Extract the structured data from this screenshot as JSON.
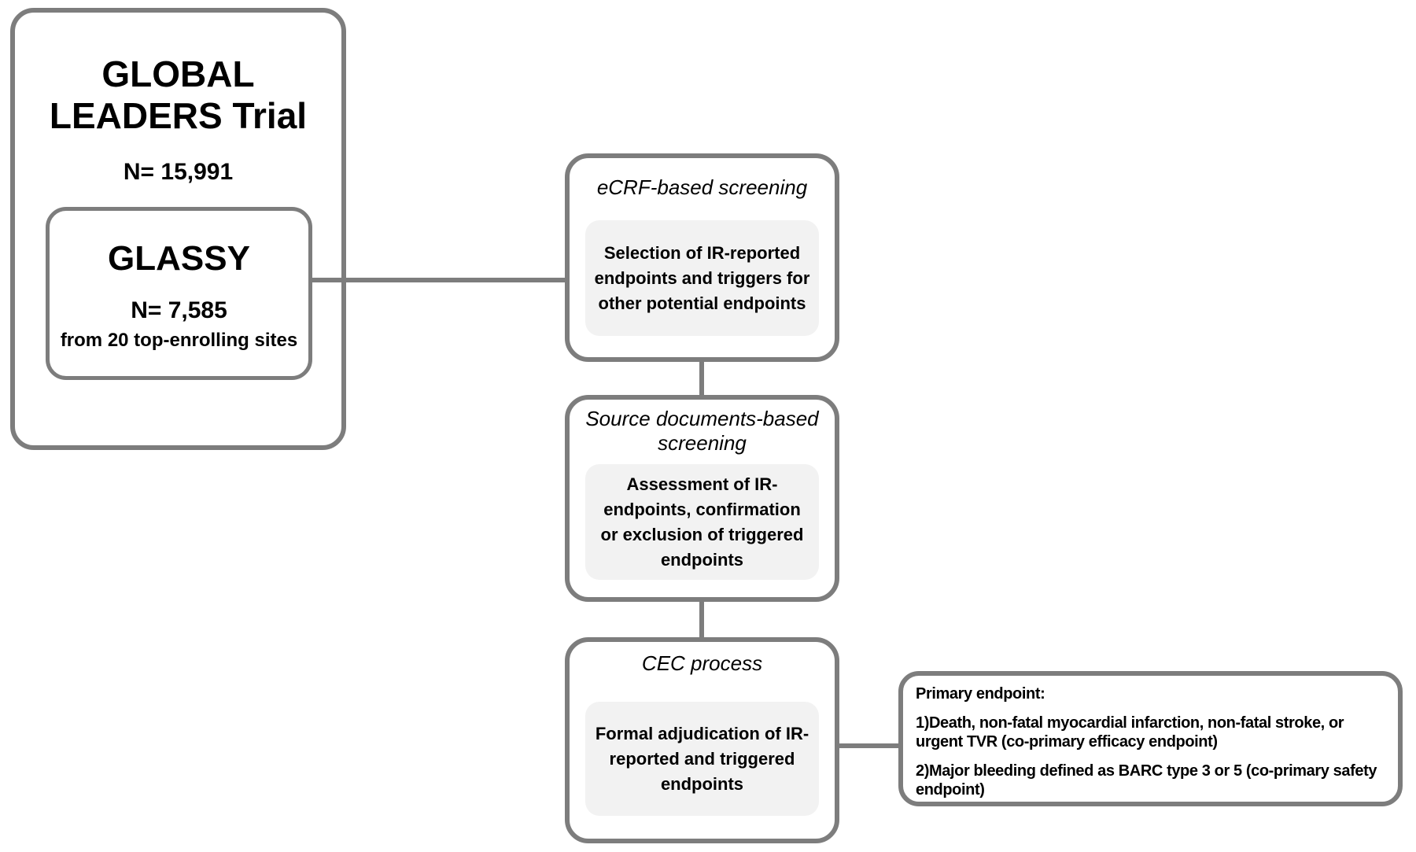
{
  "diagram": {
    "trial_box": {
      "title": "GLOBAL LEADERS Trial",
      "n": "N= 15,991",
      "sub_box": {
        "title": "GLASSY",
        "n": "N= 7,585",
        "note": "from 20 top-enrolling sites"
      }
    },
    "steps": [
      {
        "label": "eCRF-based screening",
        "body": "Selection of IR-reported endpoints and triggers for other potential endpoints"
      },
      {
        "label": "Source documents-based screening",
        "body": "Assessment of IR-endpoints, confirmation or exclusion of triggered endpoints"
      },
      {
        "label": "CEC process",
        "body": "Formal adjudication of IR-reported and triggered endpoints"
      }
    ],
    "endpoint_box": {
      "heading": "Primary endpoint:",
      "items": [
        "1)Death, non-fatal myocardial infarction, non-fatal stroke, or urgent TVR (co-primary efficacy endpoint)",
        "2)Major bleeding defined as BARC type 3 or 5 (co-primary safety endpoint)"
      ]
    },
    "colors": {
      "border_gray": "#7d7d7d",
      "inner_fill_gray": "#f2f2f2",
      "text": "#000000",
      "background": "#ffffff"
    }
  }
}
